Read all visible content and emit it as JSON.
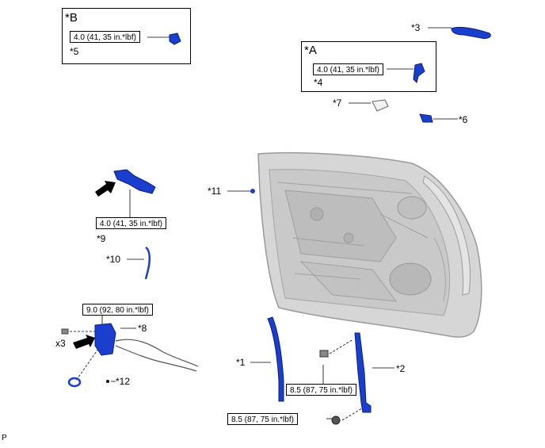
{
  "callouts": {
    "box_b_marker": "*B",
    "box_a_marker": "*A",
    "c1": "*1",
    "c2": "*2",
    "c3": "*3",
    "c4": "*4",
    "c5": "*5",
    "c6": "*6",
    "c7": "*7",
    "c8": "*8",
    "c9": "*9",
    "c10": "*10",
    "c11": "*11",
    "c12": "*12"
  },
  "torques": {
    "box_b": "4.0 (41, 35 in.*lbf)",
    "box_a": "4.0 (41, 35 in.*lbf)",
    "t9": "4.0 (41, 35 in.*lbf)",
    "t8": "9.0 (92, 80 in.*lbf)",
    "t2_upper": "8.5 (87, 75 in.*lbf)",
    "t2_lower": "8.5 (87, 75 in.*lbf)"
  },
  "quantity_x3": "x3",
  "corner_mark": "P",
  "colors": {
    "part_blue": "#1a3fcf",
    "door_gray": "#d4d4d4",
    "door_stroke": "#9a9a9a"
  }
}
